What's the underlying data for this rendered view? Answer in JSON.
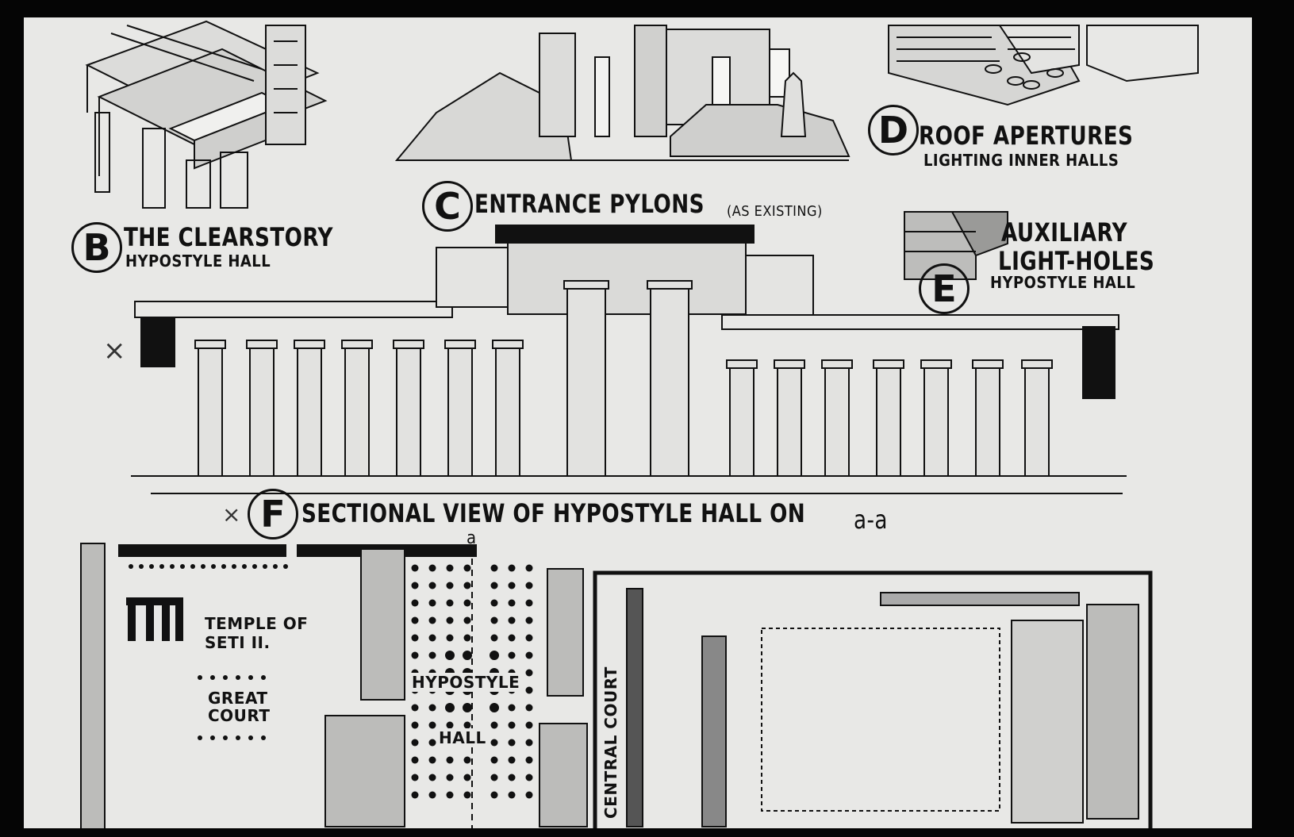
{
  "panels": {
    "b": {
      "letter": "B",
      "title": "THE CLEARSTORY",
      "subtitle": "HYPOSTYLE HALL"
    },
    "c": {
      "letter": "C",
      "title": "ENTRANCE PYLONS",
      "note": "(AS EXISTING)"
    },
    "d": {
      "letter": "D",
      "title": "ROOF APERTURES",
      "subtitle": "LIGHTING INNER HALLS"
    },
    "e": {
      "letter": "E",
      "title_line1": "AUXILIARY",
      "title_line2": "LIGHT-HOLES",
      "subtitle": "HYPOSTYLE HALL"
    },
    "f": {
      "letter": "F",
      "title": "SECTIONAL VIEW OF HYPOSTYLE HALL ON",
      "section_mark": "a-a"
    }
  },
  "plan": {
    "section_marker": "a",
    "temple_label_1": "TEMPLE OF",
    "temple_label_2": "SETI II.",
    "court_1": "GREAT",
    "court_2": "COURT",
    "hall_1": "HYPOSTYLE",
    "hall_2": "HALL",
    "central_court": "CENTRAL COURT"
  },
  "colors": {
    "ink": "#111111",
    "paper": "#e8e8e6",
    "border": "#050505"
  },
  "marks": {
    "cross": "×"
  }
}
